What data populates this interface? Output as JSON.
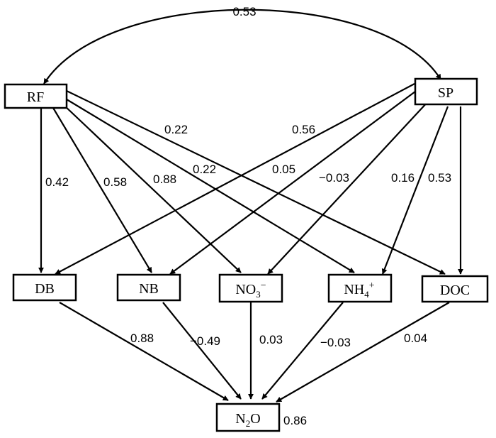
{
  "nodes": {
    "rf": {
      "label": "RF"
    },
    "sp": {
      "label": "SP"
    },
    "db": {
      "label": "DB"
    },
    "nb": {
      "label": "NB"
    },
    "no3": {
      "base": "NO",
      "sub": "3",
      "sup": "−"
    },
    "nh4": {
      "base": "NH",
      "sub": "4",
      "sup": "+"
    },
    "doc": {
      "label": "DOC"
    },
    "n2o": {
      "base": "N",
      "sub": "2",
      "tail": "O"
    }
  },
  "coefficients": {
    "rf_sp": "0.53",
    "rf_db": "0.42",
    "rf_nb": "0.58",
    "rf_no3": "0.88",
    "rf_nh4": "0.22",
    "rf_doc": "0.22",
    "sp_db": "0.56",
    "sp_nb": "0.05",
    "sp_no3": "−0.03",
    "sp_nh4": "0.16",
    "sp_doc": "0.53",
    "db_n2o": "0.88",
    "nb_n2o": "−0.49",
    "no3_n2o": "0.03",
    "nh4_n2o": "−0.03",
    "doc_n2o": "0.04",
    "n2o_r2": "0.86"
  }
}
